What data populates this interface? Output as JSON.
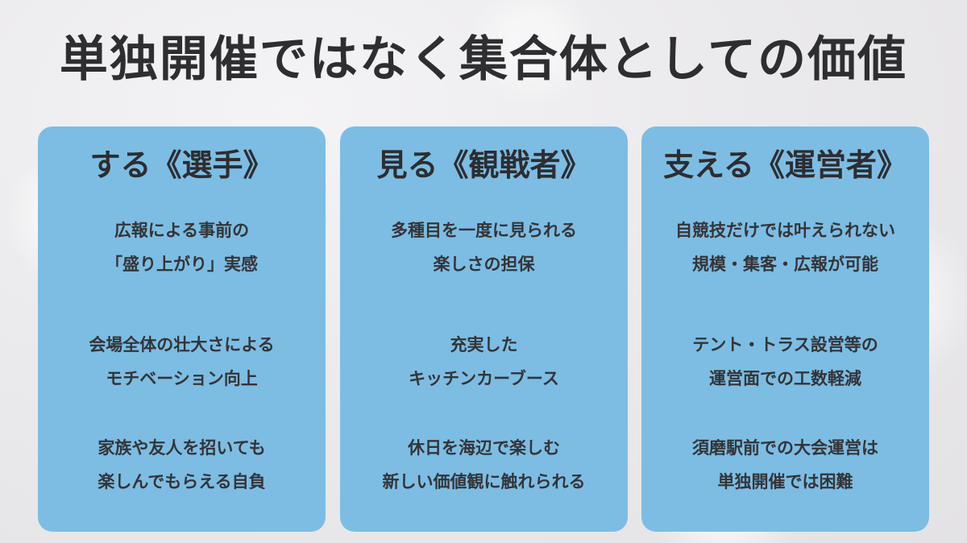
{
  "slide": {
    "title": "単独開催ではなく集合体としての価値",
    "colors": {
      "background": "#ebeaec",
      "card": "#7dbde3",
      "text": "#2e2e31"
    },
    "cards": [
      {
        "heading": "する《選手》",
        "points": [
          {
            "lines": [
              "広報による事前の",
              "「盛り上がり」実感"
            ]
          },
          {
            "lines": [
              "会場全体の壮大さによる",
              "モチベーション向上"
            ]
          },
          {
            "lines": [
              "家族や友人を招いても",
              "楽しんでもらえる自負"
            ]
          }
        ]
      },
      {
        "heading": "見る《観戦者》",
        "points": [
          {
            "lines": [
              "多種目を一度に見られる",
              "楽しさの担保"
            ]
          },
          {
            "lines": [
              "充実した",
              "キッチンカーブース"
            ]
          },
          {
            "lines": [
              "休日を海辺で楽しむ",
              "新しい価値観に触れられる"
            ]
          }
        ]
      },
      {
        "heading": "支える《運営者》",
        "points": [
          {
            "lines": [
              "自競技だけでは叶えられない",
              "規模・集客・広報が可能"
            ]
          },
          {
            "lines": [
              "テント・トラス設営等の",
              "運営面での工数軽減"
            ]
          },
          {
            "lines": [
              "須磨駅前での大会運営は",
              "単独開催では困難"
            ]
          }
        ]
      }
    ]
  }
}
